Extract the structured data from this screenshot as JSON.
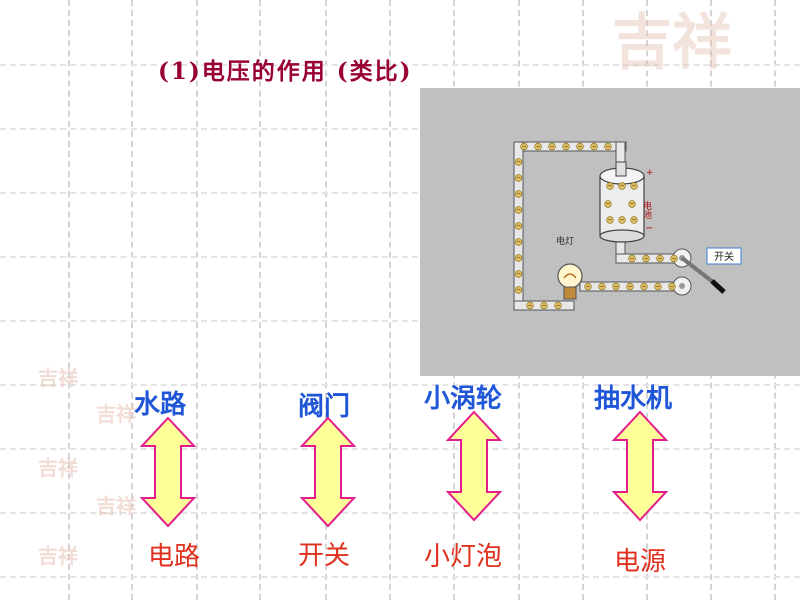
{
  "slide": {
    "title": "(1)电压的作用 (类比)",
    "watermark_text": "吉祥"
  },
  "simulation": {
    "battery_label": "电池",
    "battery_plus": "+",
    "battery_minus": "−",
    "lamp_label": "电灯",
    "switch_button": "开关",
    "electron_symbol": "−"
  },
  "analogies": [
    {
      "water": "水路",
      "electric": "电路"
    },
    {
      "water": "阀门",
      "electric": "开关"
    },
    {
      "water": "小涡轮",
      "electric": "小灯泡"
    },
    {
      "water": "抽水机",
      "electric": "电源"
    }
  ],
  "colors": {
    "title": "#990033",
    "water_label": "#1f56d8",
    "electric_label": "#e0301e",
    "arrow_fill": "#ffff99",
    "arrow_stroke": "#e21c8c",
    "panel_bg": "#c0c0c0",
    "electron": "#d8c060"
  }
}
